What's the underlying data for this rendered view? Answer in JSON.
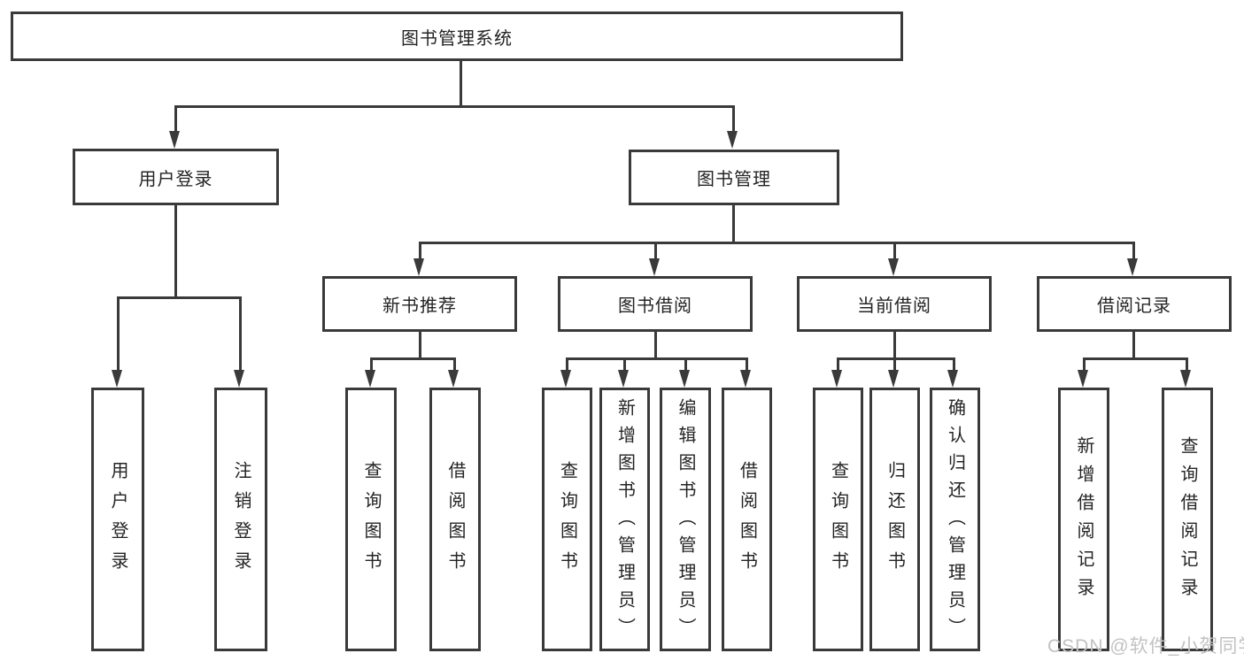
{
  "diagram": {
    "root": "图书管理系统",
    "level2": {
      "user_login": "用户登录",
      "book_management": "图书管理"
    },
    "level3": {
      "new_book_recommend": "新书推荐",
      "book_borrow": "图书借阅",
      "current_borrow": "当前借阅",
      "borrow_records": "借阅记录"
    },
    "login_children": [
      "用户登录",
      "注销登录"
    ],
    "recommend_children": [
      "查询图书",
      "借阅图书"
    ],
    "borrow_children": [
      "查询图书",
      "新增图书（管理员）",
      "编辑图书（管理员）",
      "借阅图书"
    ],
    "current_children": [
      "查询图书",
      "归还图书",
      "确认归还（管理员）"
    ],
    "records_children": [
      "新增借阅记录",
      "查询借阅记录"
    ]
  },
  "watermark": "CSDN @软件_小贺同学",
  "colors": {
    "line": "#3a3a3a",
    "text": "#242424",
    "watermark": "#c2c2c2",
    "background": "#ffffff"
  }
}
